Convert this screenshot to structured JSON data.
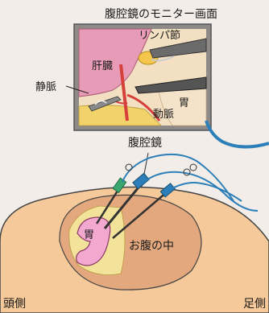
{
  "labels": {
    "monitor_title": "腹腔鏡のモニター画面",
    "lymph_node": "リンパ節",
    "liver": "肝臓",
    "vein": "静脈",
    "stomach_monitor": "胃",
    "artery": "動脈",
    "laparoscope": "腹腔鏡",
    "stomach_body": "胃",
    "abdomen_inside": "お腹の中",
    "head_side": "頭側",
    "foot_side": "足側"
  },
  "colors": {
    "background": "#f2ede9",
    "monitor_frame": "#8e8a88",
    "liver": "#e79bb6",
    "stomach": "#f3a9cf",
    "lymph_node": "#f4c64c",
    "abdomen_fill": "#f6c99a",
    "abdomen_inner": "#e3a87e",
    "cable": "#2c7fb8"
  },
  "icons": {
    "monitor": "monitor-icon",
    "laparoscope": "laparoscope-icon",
    "forceps": "forceps-icon"
  }
}
